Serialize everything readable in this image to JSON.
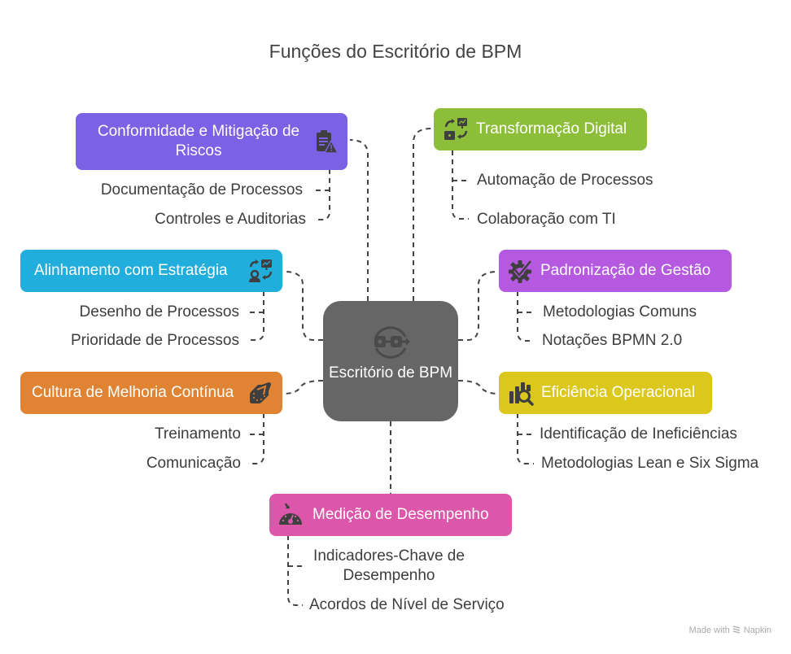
{
  "title": "Funções do Escritório de BPM",
  "center": {
    "label": "Escritório de BPM",
    "icon": "process-cycle-icon",
    "color": "#666666"
  },
  "branches": [
    {
      "id": "conformidade",
      "label": "Conformidade e Mitigação de Riscos",
      "color": "#7B61E3",
      "icon": "clipboard-warning-icon",
      "items": [
        "Documentação de Processos",
        "Controles e Auditorias"
      ]
    },
    {
      "id": "transformacao",
      "label": "Transformação Digital",
      "color": "#8DBE3A",
      "icon": "digital-exchange-icon",
      "items": [
        "Automação de Processos",
        "Colaboração com TI"
      ]
    },
    {
      "id": "alinhamento",
      "label": "Alinhamento com Estratégia",
      "color": "#22AEDC",
      "icon": "strategy-presentation-icon",
      "items": [
        "Desenho de Processos",
        "Prioridade de Processos"
      ]
    },
    {
      "id": "padronizacao",
      "label": "Padronização de Gestão",
      "color": "#B55AE0",
      "icon": "gear-check-icon",
      "items": [
        "Metodologias Comuns",
        "Notações BPMN 2.0"
      ]
    },
    {
      "id": "cultura",
      "label": "Cultura de Melhoria Contínua",
      "color": "#E08433",
      "icon": "improvement-arrow-icon",
      "items": [
        "Treinamento",
        "Comunicação"
      ]
    },
    {
      "id": "eficiencia",
      "label": "Eficiência Operacional",
      "color": "#DCC81C",
      "icon": "chart-search-icon",
      "items": [
        "Identificação de Ineficiências",
        "Metodologias Lean e Six Sigma"
      ]
    },
    {
      "id": "medicao",
      "label": "Medição de Desempenho",
      "color": "#DC57A9",
      "icon": "speedometer-icon",
      "items": [
        "Indicadores-Chave de Desempenho",
        "Acordos de Nível de Serviço"
      ]
    }
  ],
  "footer": {
    "prefix": "Made with",
    "brand": "Napkin",
    "icon": "napkin-logo-icon"
  }
}
